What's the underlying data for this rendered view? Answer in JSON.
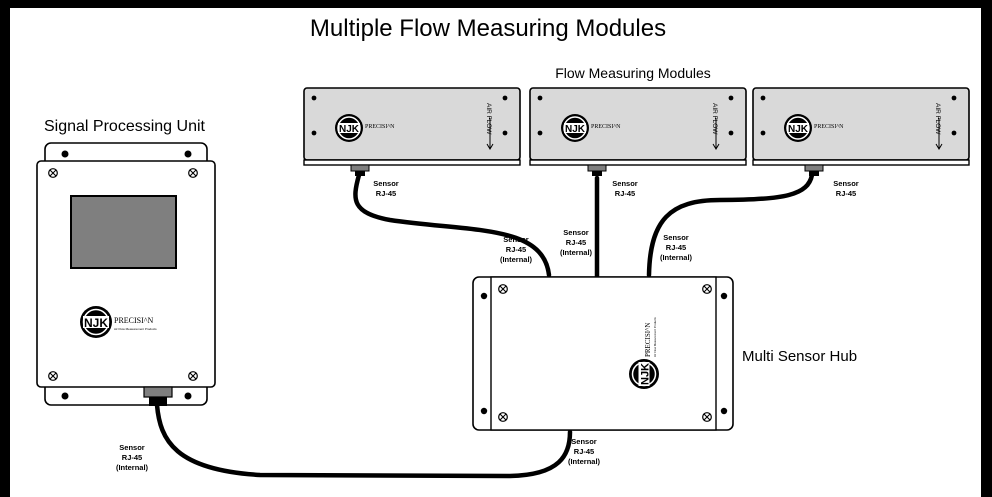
{
  "title": "Multiple Flow Measuring Modules",
  "labels": {
    "signal_unit": "Signal Processing Unit",
    "flow_modules": "Flow Measuring Modules",
    "hub": "Multi Sensor Hub"
  },
  "brand": {
    "logo_text": "NJK",
    "brand_word": "PRECISI^N",
    "tagline": "Air Flow Measurement Products"
  },
  "module": {
    "airflow_text": "AIR FLOW"
  },
  "connector_labels": {
    "m1": [
      "Sensor",
      "RJ-45"
    ],
    "m2": [
      "Sensor",
      "RJ-45"
    ],
    "m3": [
      "Sensor",
      "RJ-45"
    ],
    "hub_in_left": [
      "Sensor",
      "RJ-45",
      "(Internal)"
    ],
    "hub_in_mid": [
      "Sensor",
      "RJ-45",
      "(Internal)"
    ],
    "hub_in_right": [
      "Sensor",
      "RJ-45",
      "(Internal)"
    ],
    "spu_out": [
      "Sensor",
      "RJ-45",
      "(Internal)"
    ],
    "hub_out": [
      "Sensor",
      "RJ-45",
      "(Internal)"
    ]
  },
  "colors": {
    "frame": "#000000",
    "background": "#ffffff",
    "module_fill": "#d9d9d9",
    "screen_fill": "#7f7f7f",
    "cable": "#000000"
  }
}
